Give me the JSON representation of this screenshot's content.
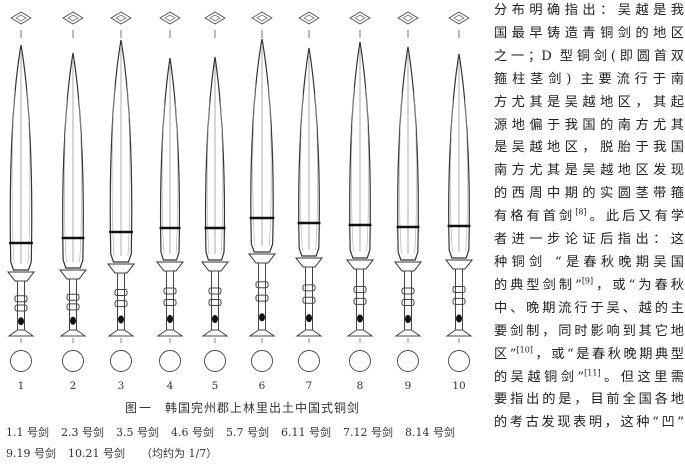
{
  "figure": {
    "number": "图一",
    "title": "韩国完州郡上林里出土中国式铜剑",
    "legend": [
      "1.1 号剑",
      "2.3 号剑",
      "3.5 号剑",
      "4.6 号剑",
      "5.7 号剑",
      "6.11 号剑",
      "7.12 号剑",
      "8.14 号剑",
      "9.19 号剑",
      "10.21 号剑"
    ],
    "scale_note": "（均约为 1/7）",
    "sword_numbers": [
      "1",
      "2",
      "3",
      "4",
      "5",
      "6",
      "7",
      "8",
      "9",
      "10"
    ]
  },
  "body_text": {
    "lines": [
      [
        "分布明确指出：吴越是我"
      ],
      [
        "国最早铸造青铜剑的地区"
      ],
      [
        "之一；D 型铜剑(即圆首双"
      ],
      [
        "箍柱茎剑) 主要流行于南"
      ],
      [
        "方尤其是吴越地区，其起"
      ],
      [
        "源地偏于我国的南方尤其"
      ],
      [
        "是吴越地区，脱胎于我国"
      ],
      [
        "南方尤其是吴越地区发现"
      ],
      [
        "的西周中期的实圆茎带箍"
      ],
      [
        "有格有首剑",
        "[8]",
        "。此后又有学"
      ],
      [
        "者进一步论证后指出：这"
      ],
      [
        "种铜剑 “是春秋晚期吴国"
      ],
      [
        "的典型剑制”",
        "[9]",
        "，或“为春秋"
      ],
      [
        "中、晚期流行于吴、越的主"
      ],
      [
        "要剑制，同时影响到其它地"
      ],
      [
        "区”",
        "[10]",
        "，或“是春秋晚期典型"
      ],
      [
        "的吴越铜剑”",
        "[11]",
        "。但这里需"
      ],
      [
        "要指出的是，目前全国各地"
      ],
      [
        "的考古发现表明，这种“凹”"
      ]
    ]
  }
}
